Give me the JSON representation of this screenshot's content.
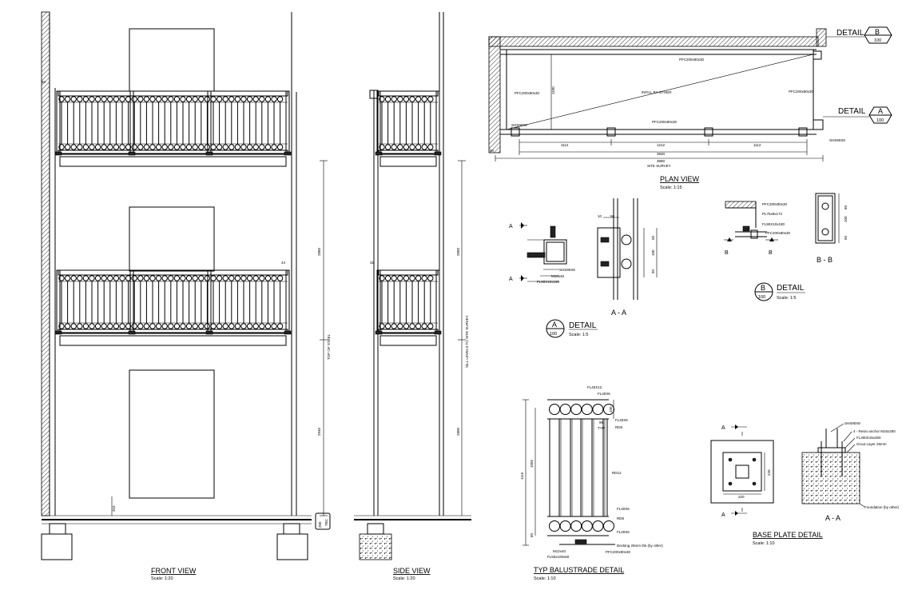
{
  "colors": {
    "ink": "#000000",
    "background": "#ffffff"
  },
  "views": {
    "front": {
      "title": "FRONT VIEW",
      "scale": "Scale: 1:20",
      "dims": {
        "top": "50",
        "mid": "44",
        "upper": "2860",
        "lower": "2940",
        "sill": "310",
        "base": "200",
        "base_text": "TBC",
        "vertical_label": "TOP OF STEEL"
      }
    },
    "side": {
      "title": "SIDE VIEW",
      "scale": "Scale: 1:20",
      "dims": {
        "mid": "31",
        "upper": "2860",
        "lower": "2800",
        "vertical_label": "SILL LEVELS TO SITE SURVEY"
      }
    },
    "plan": {
      "title": "PLAN VIEW",
      "scale": "Scale: 1:15",
      "labels": {
        "pfc_top": "PFC200x90x30",
        "pfc_left": "PFC200x90x30",
        "pfc_right": "PFC200x90x30",
        "pfc_bottom": "PFC200x90x30",
        "infill": "INFILL BY OTHER",
        "shs_left": "SHS90X8",
        "shs_right": "SHS90X8",
        "site_survey": "SITE SURVEY",
        "depth": "1100",
        "left_small": "90"
      },
      "dims": [
        "1112",
        "1212",
        "1112"
      ],
      "total_inner": "3930",
      "total": "3980",
      "callouts": [
        {
          "word": "DETAIL",
          "letter": "B",
          "ref": "100"
        },
        {
          "word": "DETAIL",
          "letter": "A",
          "ref": "100"
        }
      ]
    },
    "detail_a": {
      "word": "DETAIL",
      "letter": "A",
      "ref": "100",
      "scale": "Scale: 1:5",
      "section": "A - A",
      "section_marks": [
        "A",
        "A"
      ],
      "labels": {
        "bolt": "M16x45",
        "shs": "SHS90X8",
        "plate": "FL90X10x190"
      },
      "dims": {
        "top1": "10",
        "top2": "50",
        "r1": "50",
        "r2": "100",
        "r3": "50"
      }
    },
    "detail_b": {
      "word": "DETAIL",
      "letter": "B",
      "ref": "100",
      "scale": "Scale: 1:5",
      "section": "B - B",
      "section_marks": [
        "B",
        "B"
      ],
      "labels": {
        "pfc1": "PFC200x90x30",
        "plate": "PL75x8x172",
        "flat": "FL90X10x190",
        "pfc2": "PFC200x90x30"
      },
      "dims": {
        "d1": "60",
        "d2": "100",
        "d3": "50"
      }
    },
    "balustrade": {
      "title": "TYP BALUSTRADE DETAIL",
      "scale": "Scale: 1:10",
      "labels": {
        "fl_top1": "FL40X12",
        "fl_top2": "FL40X6",
        "fl_mid": "FL40X6",
        "rd_top": "RD8",
        "rd_main": "RD12",
        "fl_bot1": "FL40X6",
        "rd_bot": "RD8",
        "fl_bot2": "FL40X6",
        "decking": "Decking 25mm thk (by other)",
        "bolt": "M12x40",
        "plate": "FL50x100x60",
        "pfc": "PFC200x90x30"
      },
      "dims": {
        "total": "1115",
        "inner": "1055",
        "bottom": "60",
        "top": "100",
        "spacing": "99",
        "typ": "TYP"
      }
    },
    "base_plate": {
      "title": "BASE PLATE DETAIL",
      "scale": "Scale: 1:10",
      "section": "A - A",
      "section_marks": [
        "A",
        "A"
      ],
      "labels": {
        "shs": "SHS90X8",
        "anchor": "4 - Resin anchor M16x250",
        "plate": "FL300X15x300",
        "grout": "Grout Layer 25mm",
        "foundation": "Foundation (by other)"
      },
      "dims": {
        "w": "220",
        "h": "220"
      }
    }
  }
}
